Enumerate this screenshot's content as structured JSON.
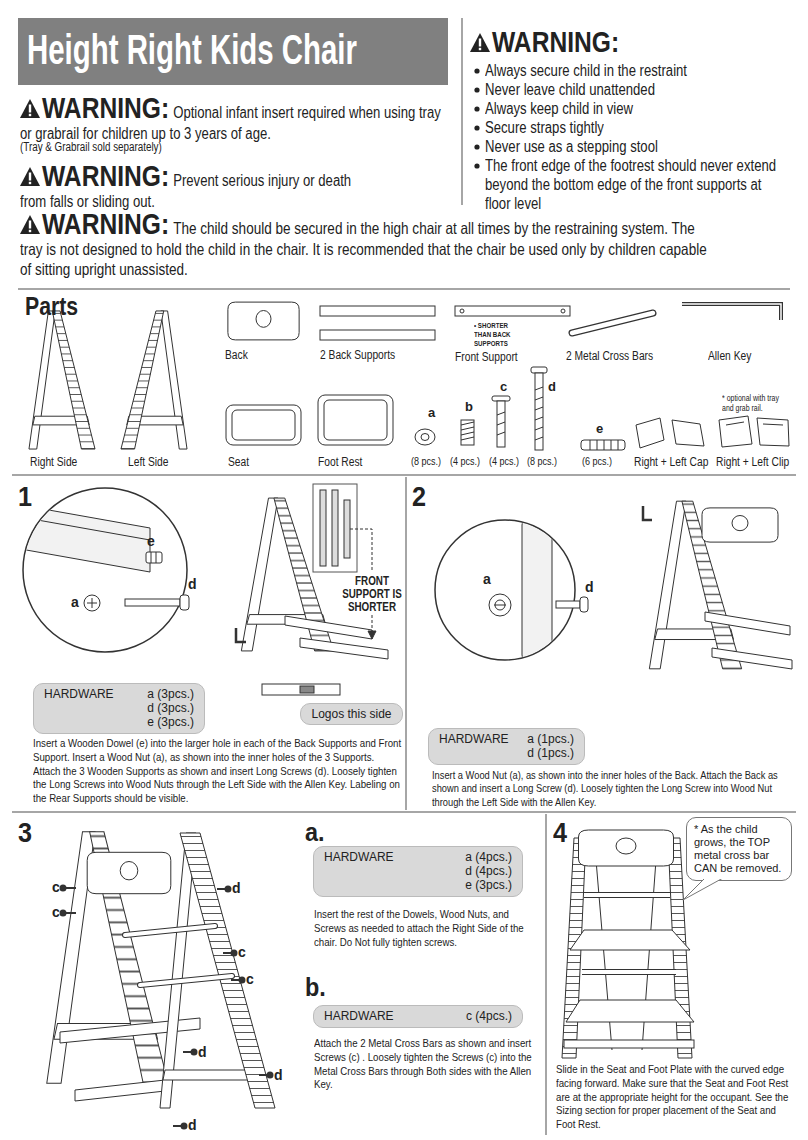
{
  "diagram": {
    "title": "Height Right Kids Chair",
    "nodes": [
      {
        "text": [
          "HARDWARE",
          "a (3pcs.)",
          "d (3pcs.)",
          "e (3pcs.)"
        ]
      },
      {
        "text": [
          "Logos this side"
        ]
      },
      {
        "text": [
          "HARDWARE",
          "a (1pcs.)",
          "d (1pcs.)"
        ]
      },
      {
        "text": [
          "HARDWARE",
          "a (4pcs.)",
          "d (4pcs.)",
          "e (3pcs.)"
        ]
      },
      {
        "text": [
          "HARDWARE",
          "c (4pcs.)"
        ]
      },
      {
        "text": [
          "* As the child grows, the TOP metal cross bar CAN be removed."
        ]
      }
    ],
    "labels": [
      "WARNING:",
      "Optional infant insert required when using tray or grabrail for children up to 3 years of age.",
      "(Tray & Grabrail sold separately)",
      "WARNING:",
      "Prevent serious injury or death from falls or sliding out.",
      "WARNING:",
      "Always secure child in the restraint",
      "Never leave child unattended",
      "Always keep child in view",
      "Secure straps tightly",
      "Never use as a stepping stool",
      "The front edge of the footrest should never extend beyond the bottom edge of the front supports at floor level",
      "WARNING:",
      "The child should be secured in the high chair at all times by the restraining system. The tray is not designed to hold the child in the chair. It is recommended that the chair be used only by children capable of sitting upright unassisted.",
      "Parts",
      "Right Side",
      "Left Side",
      "Back",
      "2 Back Supports",
      "• SHORTER THAN BACK SUPPORTS",
      "Front Support",
      "2 Metal Cross Bars",
      "Allen Key",
      "Seat",
      "Foot Rest",
      "a",
      "b",
      "c",
      "d",
      "e",
      "(8 pcs.)",
      "(4 pcs.)",
      "(4 pcs.)",
      "(8 pcs.)",
      "(6 pcs.)",
      "Right + Left Cap",
      "* optional with tray and grab rail.",
      "Right + Left Clip",
      "1",
      "e",
      "d",
      "a",
      "FRONT SUPPORT IS SHORTER",
      "Insert a Wooden Dowel (e) into the larger hole in each of the Back Supports and Front Support. Insert a Wood Nut (a), as shown into the inner holes of the 3 Supports. Attach the 3 Wooden Supports as shown and insert Long Screws (d). Loosely tighten the Long Screws into Wood Nuts through the Left Side with the Allen Key. Labeling on the Rear Supports should be visible.",
      "2",
      "a",
      "d",
      "Insert a Wood Nut (a), as shown into the inner holes of the Back. Attach the Back as shown and insert a Long Screw (d). Loosely tighten the Long Screw into Wood Nut through the Left Side with the Allen Key.",
      "3",
      "c",
      "c",
      "d",
      "c",
      "c",
      "d",
      "d",
      "d",
      "a.",
      "Insert the rest of the Dowels, Wood Nuts, and Screws as needed to attach the Right Side of the chair. Do Not fully tighten screws.",
      "b.",
      "Attach the 2 Metal Cross Bars as shown and insert Screws (c) . Loosely tighten the Screws (c) into the Metal Cross Bars through Both sides with the Allen Key.",
      "4",
      "Slide in the Seat and Foot Plate with the curved edge facing forward. Make sure that the Seat and Foot Rest are at the appropriate height for the occupant. See the Sizing section for proper placement of the Seat and Foot Rest."
    ]
  }
}
